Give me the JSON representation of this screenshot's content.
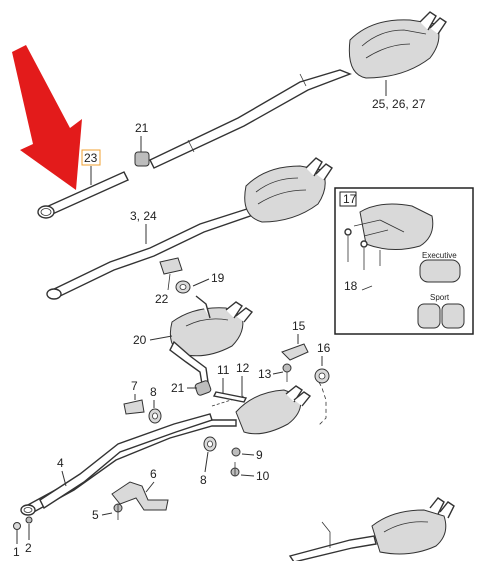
{
  "callouts": {
    "n1": "1",
    "n2": "2",
    "n4": "4",
    "n5": "5",
    "n6": "6",
    "n7": "7",
    "n8a": "8",
    "n8b": "8",
    "n9": "9",
    "n10": "10",
    "n11": "11",
    "n12": "12",
    "n13": "13",
    "n15": "15",
    "n16": "16",
    "n17": "17",
    "n18": "18",
    "n19": "19",
    "n20": "20",
    "n21a": "21",
    "n21b": "21",
    "n22": "22",
    "n23": "23",
    "n3_24": "3, 24",
    "n25_26_27": "25, 26, 27"
  },
  "inset": {
    "executive_label": "Executive",
    "sport_label": "Sport"
  },
  "colors": {
    "arrow": "#e31b1b",
    "highlight_box": "#f0a030",
    "line": "#333333"
  }
}
